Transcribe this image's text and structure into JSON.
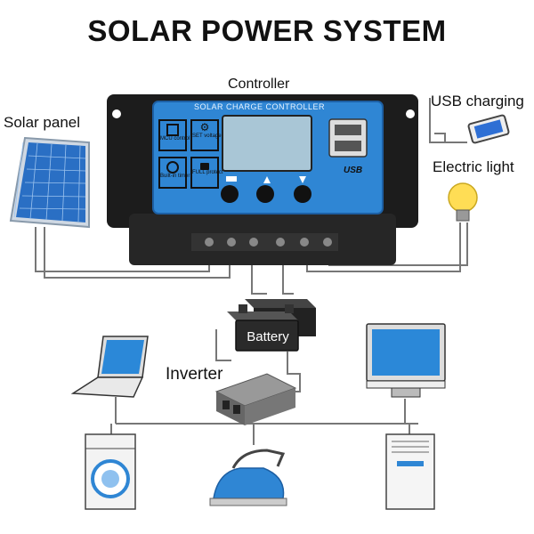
{
  "title": "SOLAR POWER SYSTEM",
  "labels": {
    "controller": "Controller",
    "solar_panel": "Solar panel",
    "usb_charging": "USB charging",
    "electric_light": "Electric light",
    "battery": "Battery",
    "inverter": "Inverter"
  },
  "controller_panel": {
    "header": "SOLAR CHARGE CONTROLLER",
    "buttons": [
      {
        "icon": "mcu-chip-icon",
        "label": "MCU control"
      },
      {
        "icon": "gear-icon",
        "label": "SET voltage"
      },
      {
        "icon": "clock-icon",
        "label": "Built-in timer"
      },
      {
        "icon": "lock-icon",
        "label": "FULL protect"
      }
    ],
    "usb_logo": "USB"
  },
  "colors": {
    "controller_body": "#1c1c1c",
    "controller_face": "#2f86d4",
    "lcd": "#a9c6d6",
    "wire": "#777777",
    "solar_cell": "#2a6fc4"
  }
}
